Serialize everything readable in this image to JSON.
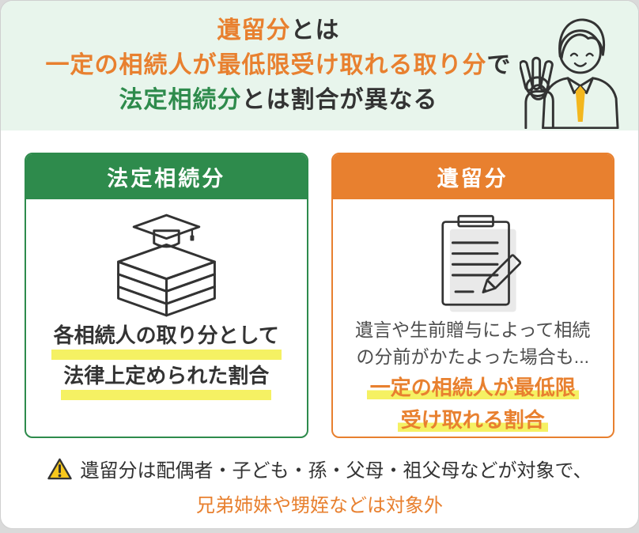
{
  "colors": {
    "orange": "#E8802F",
    "green": "#2E8B4C",
    "band_bg": "#E8F5EC",
    "highlight": "#F5F163",
    "dark": "#333333",
    "gray_text": "#4D4D4D",
    "page_bg": "#DADADA",
    "icon_yellow": "#F9DB30",
    "tie_yellow": "#F3B71E",
    "hair_gray": "#C6C6C6"
  },
  "header": {
    "title": {
      "l1_highlight": "遺留分",
      "l1_rest": "とは",
      "l2_highlight": "一定の相続人が最低限受け取れる取り分",
      "l2_rest": "で",
      "l3_highlight": "法定相続分",
      "l3_rest": "とは割合が異なる"
    },
    "illustration": "man-ok-sign-illustration"
  },
  "cards": {
    "legal": {
      "title": "法定相続分",
      "icon": "book-stack-graduation-cap-icon",
      "line1": "各相続人の取り分として",
      "line2": "法律上定められた割合"
    },
    "iryubun": {
      "title": "遺留分",
      "icon": "document-pencil-icon",
      "desc1": "遺言や生前贈与によって相続",
      "desc2": "の分前がかたよった場合も...",
      "point1": "一定の相続人が最低限",
      "point2": "受け取れる割合"
    }
  },
  "footnote": {
    "icon": "warning-triangle-icon",
    "line1": "遺留分は配偶者・子ども・孫・父母・祖父母などが対象で、",
    "line2": "兄弟姉妹や甥姪などは対象外"
  }
}
